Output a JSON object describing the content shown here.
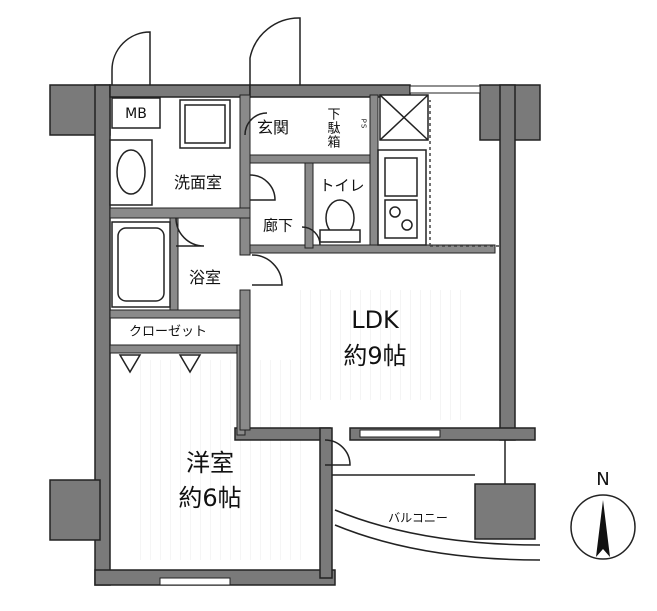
{
  "rooms": {
    "mb": "MB",
    "washroom": "洗面室",
    "entrance": "玄関",
    "shoe_box": "下駄箱",
    "ps": "PS",
    "toilet": "トイレ",
    "hallway": "廊下",
    "bathroom": "浴室",
    "closet": "クローゼット",
    "ldk_name": "LDK",
    "ldk_size": "約9帖",
    "western_name": "洋室",
    "western_size": "約6帖",
    "balcony": "バルコニー"
  },
  "compass": {
    "label": "N"
  },
  "colors": {
    "wall": "#7a7a7a",
    "wall_outline": "#222222",
    "pillar": "#808080"
  }
}
